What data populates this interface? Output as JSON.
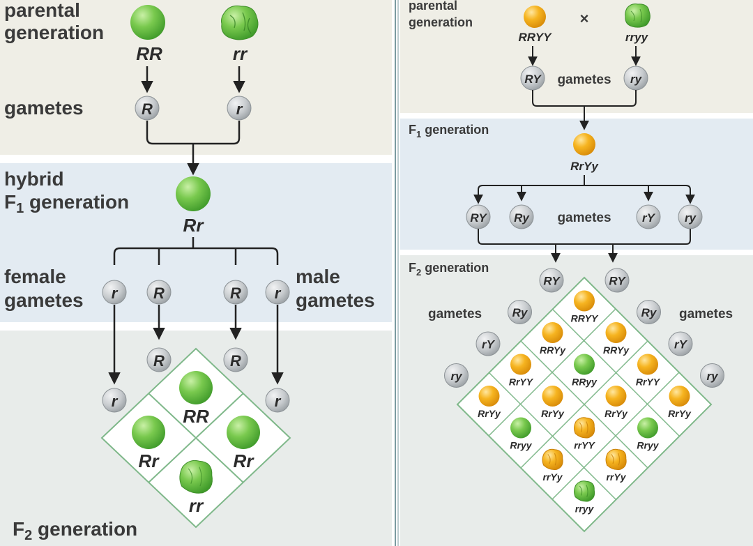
{
  "colors": {
    "band_parental": "#efeee6",
    "band_f1": "#e3ebf2",
    "band_f2": "#e8ecea",
    "divider": "#7a9aa0",
    "green_pea": "#6cc24a",
    "yellow_pea": "#f4b01e",
    "gamete_fill": "#c9cdd1",
    "line": "#222222"
  },
  "left": {
    "parental_label_1": "parental",
    "parental_label_2": "generation",
    "parent_round": {
      "genotype": "RR",
      "shape": "round",
      "color": "green"
    },
    "parent_wrinkled": {
      "genotype": "rr",
      "shape": "wrinkled",
      "color": "green"
    },
    "gametes_label": "gametes",
    "gamete_a": "R",
    "gamete_b": "r",
    "hybrid_label_1": "hybrid",
    "hybrid_label_2": "F",
    "hybrid_label_sub": "1",
    "hybrid_label_3": " generation",
    "f1_genotype": "Rr",
    "female_label_1": "female",
    "female_label_2": "gametes",
    "male_label_1": "male",
    "male_label_2": "gametes",
    "f1_gametes": [
      "r",
      "R",
      "R",
      "r"
    ],
    "top_gametes": [
      "R",
      "R"
    ],
    "side_gametes": [
      "r",
      "r"
    ],
    "punnett": [
      {
        "genotype": "RR",
        "shape": "round"
      },
      {
        "genotype": "Rr",
        "shape": "round"
      },
      {
        "genotype": "Rr",
        "shape": "round"
      },
      {
        "genotype": "rr",
        "shape": "wrinkled"
      }
    ],
    "f2_label_1": "F",
    "f2_label_sub": "2",
    "f2_label_2": " generation"
  },
  "right": {
    "parental_label_1": "parental",
    "parental_label_2": "generation",
    "cross_symbol": "×",
    "parent_a": {
      "genotype": "RRYY",
      "shape": "round",
      "color": "yellow"
    },
    "parent_b": {
      "genotype": "rryy",
      "shape": "wrinkled",
      "color": "green"
    },
    "gamete_a": "RY",
    "gamete_b": "ry",
    "gametes_label_top": "gametes",
    "f1_label_1": "F",
    "f1_label_sub": "1",
    "f1_label_2": " generation",
    "f1_genotype": "RrYy",
    "f1_gametes": [
      "RY",
      "Ry",
      "rY",
      "ry"
    ],
    "gametes_label_mid": "gametes",
    "f2_label_1": "F",
    "f2_label_sub": "2",
    "f2_label_2": " generation",
    "gametes_label_left": "gametes",
    "gametes_label_right": "gametes",
    "grid_gametes_left": [
      "RY",
      "Ry",
      "rY",
      "ry"
    ],
    "grid_gametes_right": [
      "RY",
      "Ry",
      "rY",
      "ry"
    ],
    "punnett": [
      [
        {
          "genotype": "RRYY",
          "shape": "round",
          "color": "yellow"
        },
        {
          "genotype": "RRYy",
          "shape": "round",
          "color": "yellow"
        },
        {
          "genotype": "RrYY",
          "shape": "round",
          "color": "yellow"
        },
        {
          "genotype": "RrYy",
          "shape": "round",
          "color": "yellow"
        }
      ],
      [
        {
          "genotype": "RRYy",
          "shape": "round",
          "color": "yellow"
        },
        {
          "genotype": "RRyy",
          "shape": "round",
          "color": "green"
        },
        {
          "genotype": "RrYy",
          "shape": "round",
          "color": "yellow"
        },
        {
          "genotype": "Rryy",
          "shape": "round",
          "color": "green"
        }
      ],
      [
        {
          "genotype": "RrYY",
          "shape": "round",
          "color": "yellow"
        },
        {
          "genotype": "RrYy",
          "shape": "round",
          "color": "yellow"
        },
        {
          "genotype": "rrYY",
          "shape": "wrinkled",
          "color": "yellow"
        },
        {
          "genotype": "rrYy",
          "shape": "wrinkled",
          "color": "yellow"
        }
      ],
      [
        {
          "genotype": "RrYy",
          "shape": "round",
          "color": "yellow"
        },
        {
          "genotype": "Rryy",
          "shape": "round",
          "color": "green"
        },
        {
          "genotype": "rrYy",
          "shape": "wrinkled",
          "color": "yellow"
        },
        {
          "genotype": "rryy",
          "shape": "wrinkled",
          "color": "green"
        }
      ]
    ]
  }
}
